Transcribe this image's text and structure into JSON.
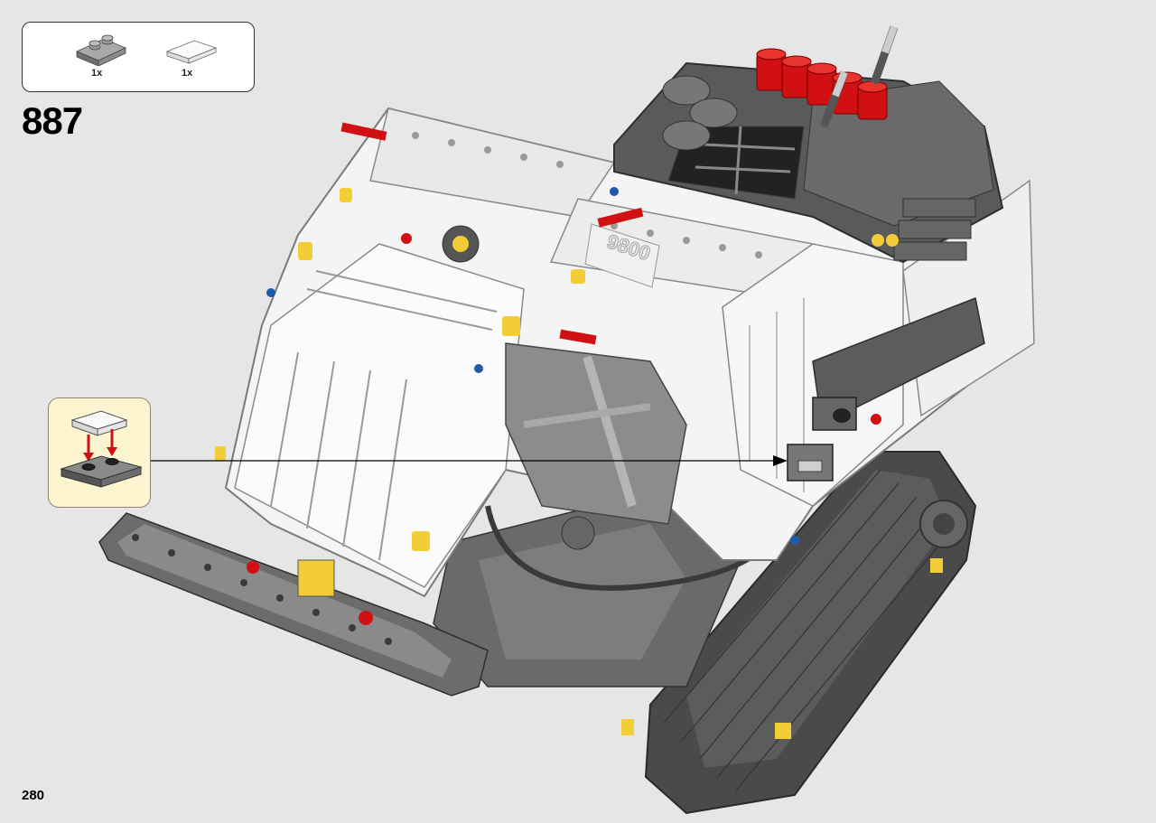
{
  "step": {
    "number": "887"
  },
  "page": {
    "number": "280"
  },
  "parts_list": {
    "items": [
      {
        "qty": "1x",
        "part": "plate-1x2-dark-gray-icon",
        "color": "#8c8c8c"
      },
      {
        "qty": "1x",
        "part": "tile-1x2-transparent-icon",
        "color": "#f4f4f4"
      }
    ]
  },
  "model": {
    "label": "9800"
  },
  "colors": {
    "background": "#e6e6e6",
    "callout": "#fdf5cf",
    "white_part": "#f4f4f4",
    "dark_gray_part": "#5e5e5e",
    "red_part": "#d01012",
    "yellow_part": "#f2cd37",
    "blue_part": "#1e5aa8"
  }
}
